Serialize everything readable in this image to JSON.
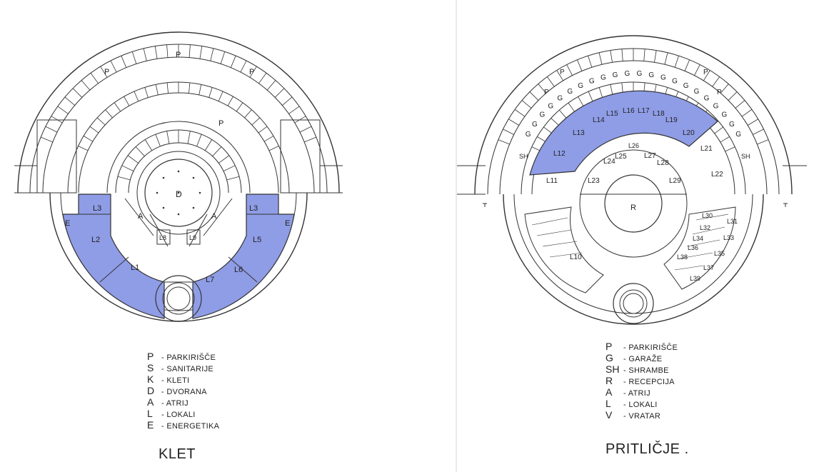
{
  "plans": {
    "klet": {
      "title": "KLET",
      "legend": [
        {
          "key": "P",
          "desc": "- PARKIRIŠČE"
        },
        {
          "key": "S",
          "desc": "- SANITARIJE"
        },
        {
          "key": "K",
          "desc": "- KLETI"
        },
        {
          "key": "D",
          "desc": "- DVORANA"
        },
        {
          "key": "A",
          "desc": "- ATRIJ"
        },
        {
          "key": "L",
          "desc": "- LOKALI"
        },
        {
          "key": "E",
          "desc": "- ENERGETIKA"
        }
      ],
      "labels": {
        "p1": "P",
        "p2": "P",
        "p3": "P",
        "p4": "P",
        "d": "D",
        "a1": "A",
        "a2": "A",
        "e1": "E",
        "e2": "E",
        "l3a": "L3",
        "l3b": "L3",
        "l2": "L2",
        "l1": "L1",
        "l5": "L5",
        "l6": "L6",
        "l7": "L7",
        "l8": "L8",
        "l9": "L9"
      }
    },
    "pritlicje": {
      "title": "PRITLIČJE .",
      "legend": [
        {
          "key": "P",
          "desc": "- PARKIRIŠČE"
        },
        {
          "key": "G",
          "desc": "- GARAŽE"
        },
        {
          "key": "SH",
          "desc": "- SHRAMBE"
        },
        {
          "key": "R",
          "desc": "- RECEPCIJA"
        },
        {
          "key": "A",
          "desc": "- ATRIJ"
        },
        {
          "key": "L",
          "desc": "- LOKALI"
        },
        {
          "key": "V",
          "desc": "- VRATAR"
        }
      ],
      "labels": {
        "p1": "P",
        "p2": "P",
        "p3": "P",
        "p4": "P",
        "g": "G",
        "sh": "SH",
        "r": "R",
        "l10": "L10",
        "l11": "L11",
        "l12": "L12",
        "l13": "L13",
        "l14": "L14",
        "l15": "L15",
        "l16": "L16",
        "l17": "L17",
        "l18": "L18",
        "l19": "L19",
        "l20": "L20",
        "l21": "L21",
        "l22": "L22",
        "l23": "L23",
        "l24": "L24",
        "l25": "L25",
        "l26": "L26",
        "l27": "L27",
        "l28": "L28",
        "l29": "L29",
        "l30": "L30",
        "l31": "L31",
        "l32": "L32",
        "l33": "L33",
        "l34": "L34",
        "l35": "L35",
        "l36": "L36",
        "l37": "L37",
        "l38": "L38",
        "l39": "L39"
      }
    }
  },
  "colors": {
    "highlight": "#8f9de6",
    "line": "#333333"
  }
}
